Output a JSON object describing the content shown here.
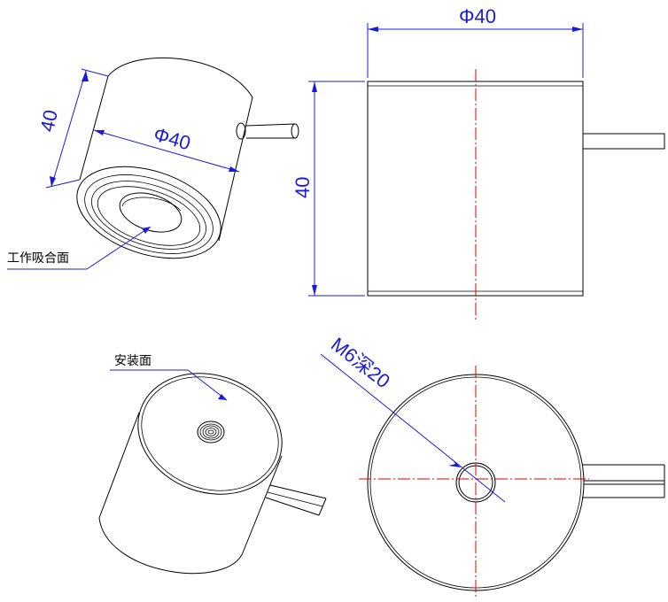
{
  "views": {
    "iso_bottom": {
      "dim_height": "40",
      "dim_diameter": "Φ40",
      "label_working_face": "工作吸合面"
    },
    "front": {
      "dim_diameter": "Φ40",
      "dim_height": "40"
    },
    "iso_top": {
      "label_mounting_face": "安装面"
    },
    "top": {
      "dim_thread": "M6深20"
    }
  },
  "colors": {
    "dimension": "#1b1bd6",
    "centerline": "#e00000",
    "outline": "#000000"
  }
}
